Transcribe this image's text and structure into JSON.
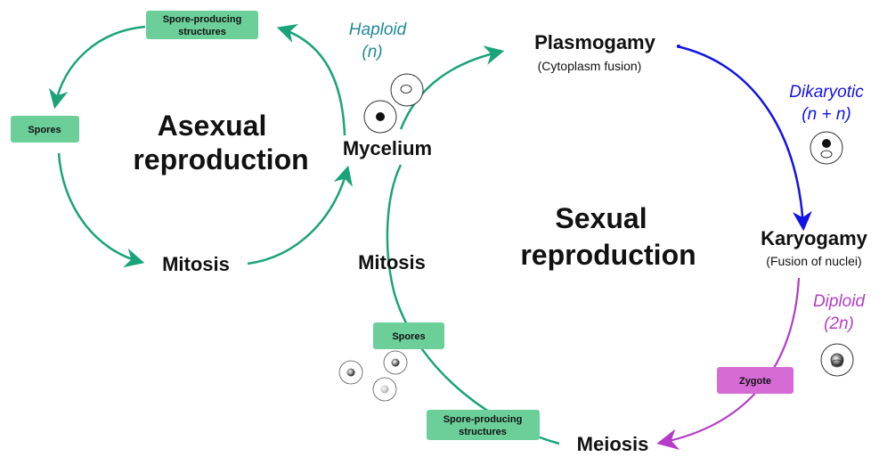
{
  "colors": {
    "green": "#1aa37a",
    "green_box": "#6ccf9a",
    "blue": "#1212e6",
    "magenta": "#b43cc8",
    "zygote_box": "#d66bd6",
    "teal_text": "#1f8a9a"
  },
  "asexual": {
    "title_line1": "Asexual",
    "title_line2": "reproduction",
    "top_box_line1": "Spore-producing",
    "top_box_line2": "structures",
    "spores_box": "Spores",
    "mitosis": "Mitosis"
  },
  "mycelium": "Mycelium",
  "haploid": {
    "line1": "Haploid",
    "line2": "(n)"
  },
  "sexual": {
    "title_line1": "Sexual",
    "title_line2": "reproduction",
    "plasmogamy": "Plasmogamy",
    "plasmogamy_sub": "(Cytoplasm fusion)",
    "dikaryotic_line1": "Dikaryotic",
    "dikaryotic_line2": "(n + n)",
    "karyogamy": "Karyogamy",
    "karyogamy_sub": "(Fusion of nuclei)",
    "diploid_line1": "Diploid",
    "diploid_line2": "(2n)",
    "zygote_box": "Zygote",
    "meiosis": "Meiosis",
    "bottom_box_line1": "Spore-producing",
    "bottom_box_line2": "structures",
    "spores_box": "Spores",
    "mitosis": "Mitosis"
  }
}
